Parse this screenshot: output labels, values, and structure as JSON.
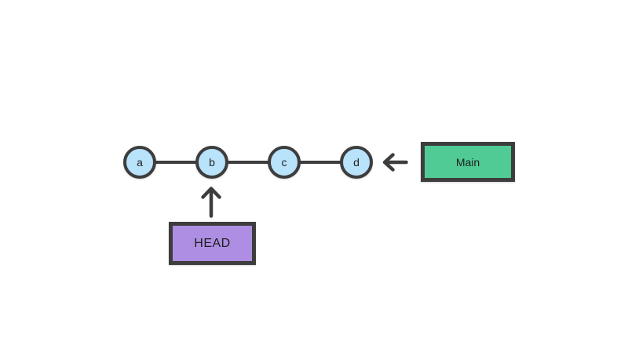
{
  "colors": {
    "background": "#ffffff",
    "node_fill": "#b9e2fb",
    "main_box_fill": "#50cb96",
    "head_box_fill": "#ae8ee2",
    "stroke": "#3d3d3d",
    "text": "#1e1e1e"
  },
  "graph": {
    "nodes": [
      {
        "label": "a"
      },
      {
        "label": "b"
      },
      {
        "label": "c"
      },
      {
        "label": "d"
      }
    ],
    "branch_label": "Main",
    "head_label": "HEAD",
    "icons": [
      "arrow-left-icon",
      "arrow-up-icon"
    ],
    "relations": {
      "branch_points_to": "d",
      "head_points_to": "b"
    }
  }
}
